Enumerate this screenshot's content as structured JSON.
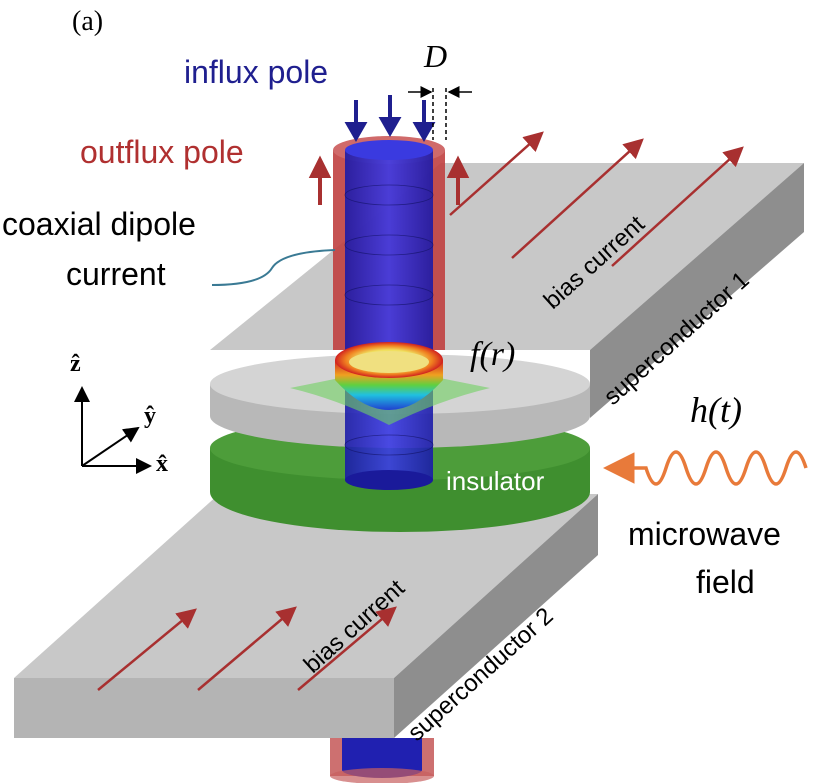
{
  "panel_label": "(a)",
  "labels": {
    "influx_pole": "influx pole",
    "outflux_pole": "outflux pole",
    "dipole_line1": "coaxial dipole",
    "dipole_line2": "current",
    "gap_symbol": "D",
    "profile_symbol": "f(r)",
    "field_symbol": "h(t)",
    "microwave_line1": "microwave",
    "microwave_line2": "field",
    "insulator": "insulator",
    "sc1": "superconductor 1",
    "sc2": "superconductor 2",
    "bias1": "bias current",
    "bias2": "bias current",
    "axis_z": "ẑ",
    "axis_y": "ŷ",
    "axis_x": "x̂"
  },
  "colors": {
    "influx": "#1f1f8f",
    "outflux": "#b03030",
    "slab_top": "#c8c8c8",
    "slab_side": "#8e8e8e",
    "insulator": "#3f8f2f",
    "microwave": "#e87a3a",
    "bias_arrow": "#a83030",
    "callout": "#3a7a94"
  }
}
